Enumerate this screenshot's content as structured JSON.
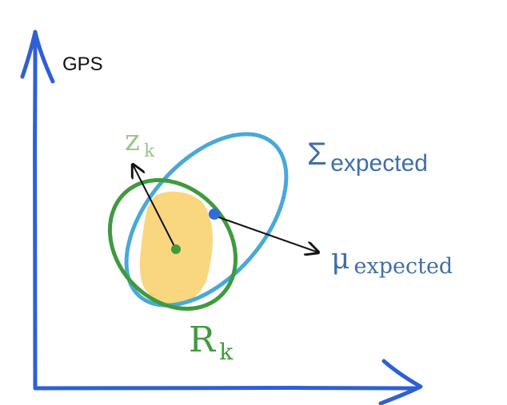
{
  "axis": {
    "y_label": "GPS"
  },
  "labels": {
    "measurement": {
      "base": "z",
      "sub": "k"
    },
    "measurement_covariance": {
      "base": "R",
      "sub": "k"
    },
    "expected_covariance": {
      "base": "Σ",
      "sub": "expected"
    },
    "expected_mean": {
      "base": "μ",
      "sub": "expected"
    }
  },
  "colors": {
    "axis": "#2f5fd6",
    "expected_ellipse": "#4aa8d8",
    "measurement_ellipse": "#3f9a3f",
    "overlap_fill": "#f9d473",
    "expected_point": "#2f6be0",
    "measurement_point": "#3f9a3f",
    "arrow": "#111111",
    "z_label": "#9dc48a",
    "r_label": "#3f9a3f",
    "sigma_label": "#3f6fa8",
    "mu_label": "#3f6fa8"
  }
}
